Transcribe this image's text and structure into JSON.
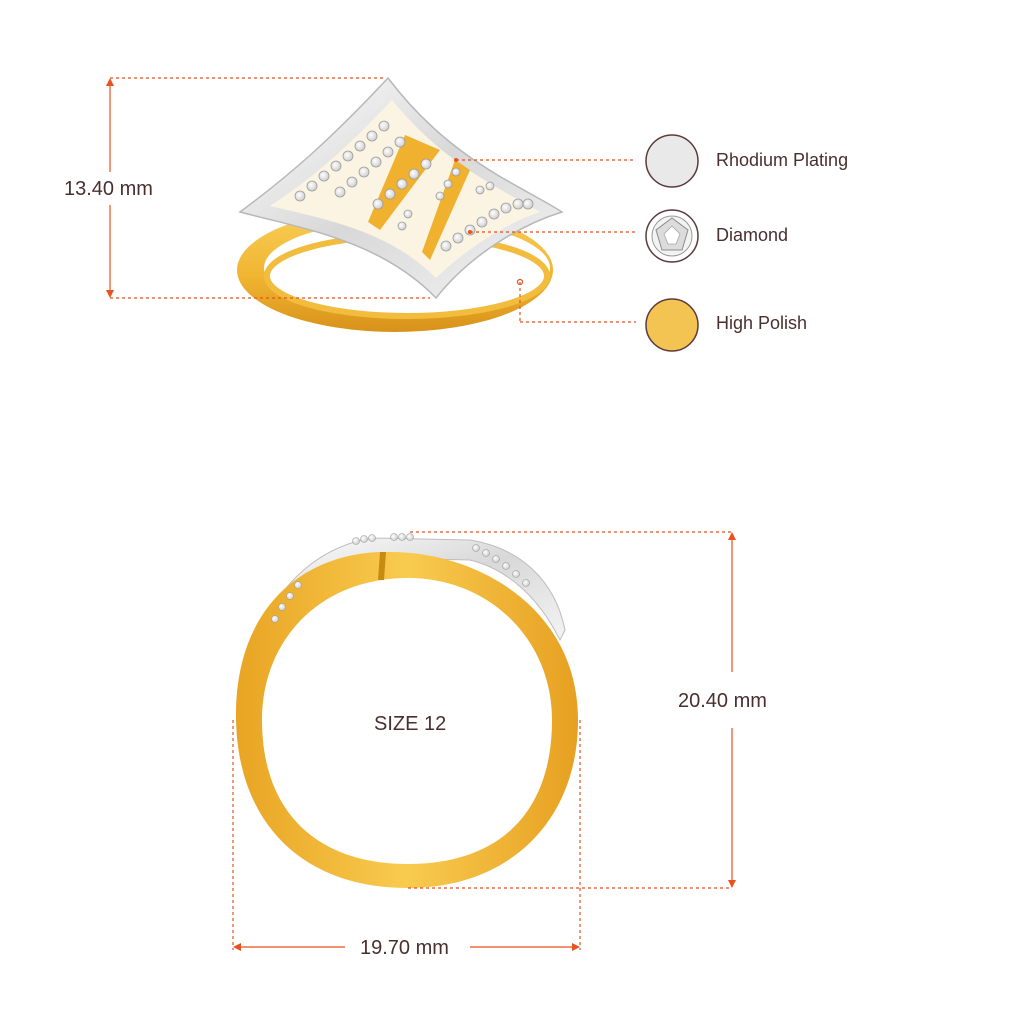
{
  "dimensions": {
    "top_view_height": "13.40 mm",
    "front_view_height": "20.40 mm",
    "front_view_width": "19.70 mm",
    "ring_size": "SIZE 12"
  },
  "legend": [
    {
      "label": "Rhodium Plating",
      "icon": "rhodium-swatch-icon",
      "color": "#e9e9e9"
    },
    {
      "label": "Diamond",
      "icon": "diamond-swatch-icon",
      "color": "#f3f3f3"
    },
    {
      "label": "High Polish",
      "icon": "gold-swatch-icon",
      "color": "#f4c453"
    }
  ],
  "colors": {
    "gold_light": "#f6c445",
    "gold_dark": "#d58e14",
    "rhodium": "#e4e4e4",
    "dimension_line": "#e8521e",
    "text": "#4a2f2f"
  }
}
